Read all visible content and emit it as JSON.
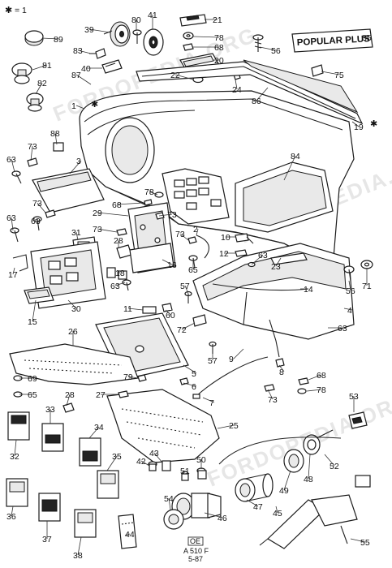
{
  "legend": {
    "symbol": "✱",
    "text": "= 1"
  },
  "badge_text": "POPULAR PLUS",
  "watermark": "FORDOPEDIA.ORG",
  "reference": {
    "code1": "ОЕ",
    "code2": "A 510 F",
    "code3": "5-87"
  },
  "callouts": [
    {
      "id": "c89",
      "text": "89"
    },
    {
      "id": "c81",
      "text": "81"
    },
    {
      "id": "c82",
      "text": "82"
    },
    {
      "id": "c39",
      "text": "39"
    },
    {
      "id": "c80",
      "text": "80"
    },
    {
      "id": "c41",
      "text": "41"
    },
    {
      "id": "c21",
      "text": "21"
    },
    {
      "id": "c78a",
      "text": "78"
    },
    {
      "id": "c68a",
      "text": "68"
    },
    {
      "id": "c83",
      "text": "83"
    },
    {
      "id": "c40",
      "text": "40"
    },
    {
      "id": "c20",
      "text": "20"
    },
    {
      "id": "c56a",
      "text": "56"
    },
    {
      "id": "c85",
      "text": "85"
    },
    {
      "id": "c75",
      "text": "75"
    },
    {
      "id": "c87",
      "text": "87"
    },
    {
      "id": "c22",
      "text": "22"
    },
    {
      "id": "c24",
      "text": "24"
    },
    {
      "id": "c1",
      "text": "1"
    },
    {
      "id": "c86",
      "text": "86"
    },
    {
      "id": "c19",
      "text": "19"
    },
    {
      "id": "c88",
      "text": "88"
    },
    {
      "id": "c84",
      "text": "84"
    },
    {
      "id": "c73a",
      "text": "73"
    },
    {
      "id": "c63a",
      "text": "63"
    },
    {
      "id": "c3",
      "text": "3"
    },
    {
      "id": "c78b",
      "text": "78"
    },
    {
      "id": "c68b",
      "text": "68"
    },
    {
      "id": "c29",
      "text": "29"
    },
    {
      "id": "c73b",
      "text": "73"
    },
    {
      "id": "c63b",
      "text": "63"
    },
    {
      "id": "c73c",
      "text": "73"
    },
    {
      "id": "c63c",
      "text": "63"
    },
    {
      "id": "c31",
      "text": "31"
    },
    {
      "id": "c73d",
      "text": "73"
    },
    {
      "id": "c2",
      "text": "2"
    },
    {
      "id": "c10",
      "text": "10"
    },
    {
      "id": "c73e",
      "text": "73"
    },
    {
      "id": "c12",
      "text": "12"
    },
    {
      "id": "c63d",
      "text": "63"
    },
    {
      "id": "c23",
      "text": "23"
    },
    {
      "id": "c28",
      "text": "28"
    },
    {
      "id": "c16",
      "text": "16"
    },
    {
      "id": "c65a",
      "text": "65"
    },
    {
      "id": "c17",
      "text": "17"
    },
    {
      "id": "c18",
      "text": "18"
    },
    {
      "id": "c63e",
      "text": "63"
    },
    {
      "id": "c56b",
      "text": "56"
    },
    {
      "id": "c71",
      "text": "71"
    },
    {
      "id": "c57a",
      "text": "57"
    },
    {
      "id": "c14",
      "text": "14"
    },
    {
      "id": "c30",
      "text": "30"
    },
    {
      "id": "c60",
      "text": "60"
    },
    {
      "id": "c11",
      "text": "11"
    },
    {
      "id": "c15",
      "text": "15"
    },
    {
      "id": "c72",
      "text": "72"
    },
    {
      "id": "c4",
      "text": "4"
    },
    {
      "id": "c63f",
      "text": "63"
    },
    {
      "id": "c26",
      "text": "26"
    },
    {
      "id": "c57b",
      "text": "57"
    },
    {
      "id": "c9",
      "text": "9"
    },
    {
      "id": "c5",
      "text": "5"
    },
    {
      "id": "c69",
      "text": "69"
    },
    {
      "id": "c8",
      "text": "8"
    },
    {
      "id": "c68c",
      "text": "68"
    },
    {
      "id": "c79",
      "text": "79"
    },
    {
      "id": "c6",
      "text": "6"
    },
    {
      "id": "c65b",
      "text": "65"
    },
    {
      "id": "c73f",
      "text": "73"
    },
    {
      "id": "c78c",
      "text": "78"
    },
    {
      "id": "c27",
      "text": "27"
    },
    {
      "id": "c7",
      "text": "7"
    },
    {
      "id": "c53",
      "text": "53"
    },
    {
      "id": "c28b",
      "text": "28"
    },
    {
      "id": "c33",
      "text": "33"
    },
    {
      "id": "c25",
      "text": "25"
    },
    {
      "id": "c34",
      "text": "34"
    },
    {
      "id": "c32",
      "text": "32"
    },
    {
      "id": "c35",
      "text": "35"
    },
    {
      "id": "c43",
      "text": "43"
    },
    {
      "id": "c42",
      "text": "42"
    },
    {
      "id": "c50",
      "text": "50"
    },
    {
      "id": "c51",
      "text": "51"
    },
    {
      "id": "c49",
      "text": "49"
    },
    {
      "id": "c48",
      "text": "48"
    },
    {
      "id": "c52",
      "text": "52"
    },
    {
      "id": "c36",
      "text": "36"
    },
    {
      "id": "c38",
      "text": "38"
    },
    {
      "id": "c54",
      "text": "54"
    },
    {
      "id": "c46",
      "text": "46"
    },
    {
      "id": "c47",
      "text": "47"
    },
    {
      "id": "c37",
      "text": "37"
    },
    {
      "id": "c45",
      "text": "45"
    },
    {
      "id": "c44",
      "text": "44"
    },
    {
      "id": "c55",
      "text": "55"
    }
  ]
}
